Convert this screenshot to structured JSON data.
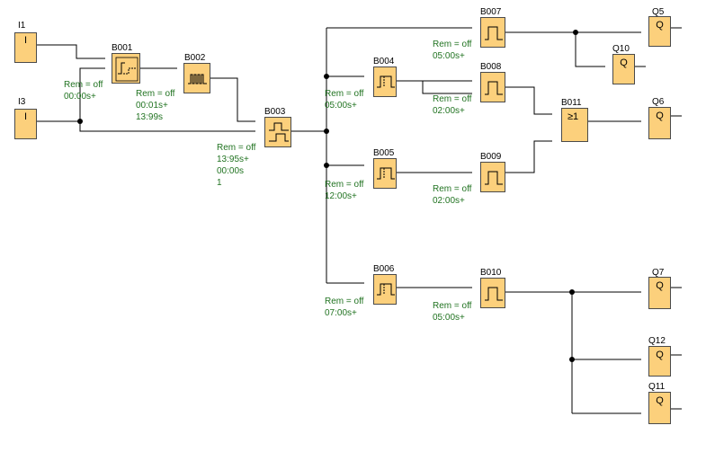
{
  "colors": {
    "block_fill": "#fcd07c",
    "block_border": "#4a4a4a",
    "param_text": "#217321",
    "wire": "#000000"
  },
  "inputs": [
    {
      "id": "i1",
      "label": "I1",
      "symbol": "I"
    },
    {
      "id": "i3",
      "label": "I3",
      "symbol": "I"
    }
  ],
  "blocks": [
    {
      "id": "b001",
      "label": "B001",
      "icon": "on-delay-icon",
      "params": [
        "Rem = off",
        "00:00s+"
      ]
    },
    {
      "id": "b002",
      "label": "B002",
      "icon": "pulse-generator-icon",
      "params": [
        "Rem = off",
        "00:01s+",
        "13:99s"
      ]
    },
    {
      "id": "b003",
      "label": "B003",
      "icon": "on-off-delay-icon",
      "params": [
        "Rem = off",
        "13:95s+",
        "00:00s",
        "1"
      ]
    },
    {
      "id": "b004",
      "label": "B004",
      "icon": "on-delay-icon",
      "params": [
        "Rem = off",
        "05:00s+"
      ]
    },
    {
      "id": "b005",
      "label": "B005",
      "icon": "on-delay-icon",
      "params": [
        "Rem = off",
        "12:00s+"
      ]
    },
    {
      "id": "b006",
      "label": "B006",
      "icon": "on-delay-icon",
      "params": [
        "Rem = off",
        "07:00s+"
      ]
    },
    {
      "id": "b007",
      "label": "B007",
      "icon": "pulse-icon",
      "params": [
        "Rem = off",
        "05:00s+"
      ]
    },
    {
      "id": "b008",
      "label": "B008",
      "icon": "pulse-icon",
      "params": [
        "Rem = off",
        "02:00s+"
      ]
    },
    {
      "id": "b009",
      "label": "B009",
      "icon": "pulse-icon",
      "params": [
        "Rem = off",
        "02:00s+"
      ]
    },
    {
      "id": "b010",
      "label": "B010",
      "icon": "pulse-icon",
      "params": [
        "Rem = off",
        "05:00s+"
      ]
    },
    {
      "id": "b011",
      "label": "B011",
      "icon": "or-gate-icon",
      "symbol": "≥1",
      "params": []
    }
  ],
  "outputs": [
    {
      "id": "q5",
      "label": "Q5",
      "symbol": "Q"
    },
    {
      "id": "q10",
      "label": "Q10",
      "symbol": "Q"
    },
    {
      "id": "q6",
      "label": "Q6",
      "symbol": "Q"
    },
    {
      "id": "q7",
      "label": "Q7",
      "symbol": "Q"
    },
    {
      "id": "q12",
      "label": "Q12",
      "symbol": "Q"
    },
    {
      "id": "q11",
      "label": "Q11",
      "symbol": "Q"
    }
  ]
}
